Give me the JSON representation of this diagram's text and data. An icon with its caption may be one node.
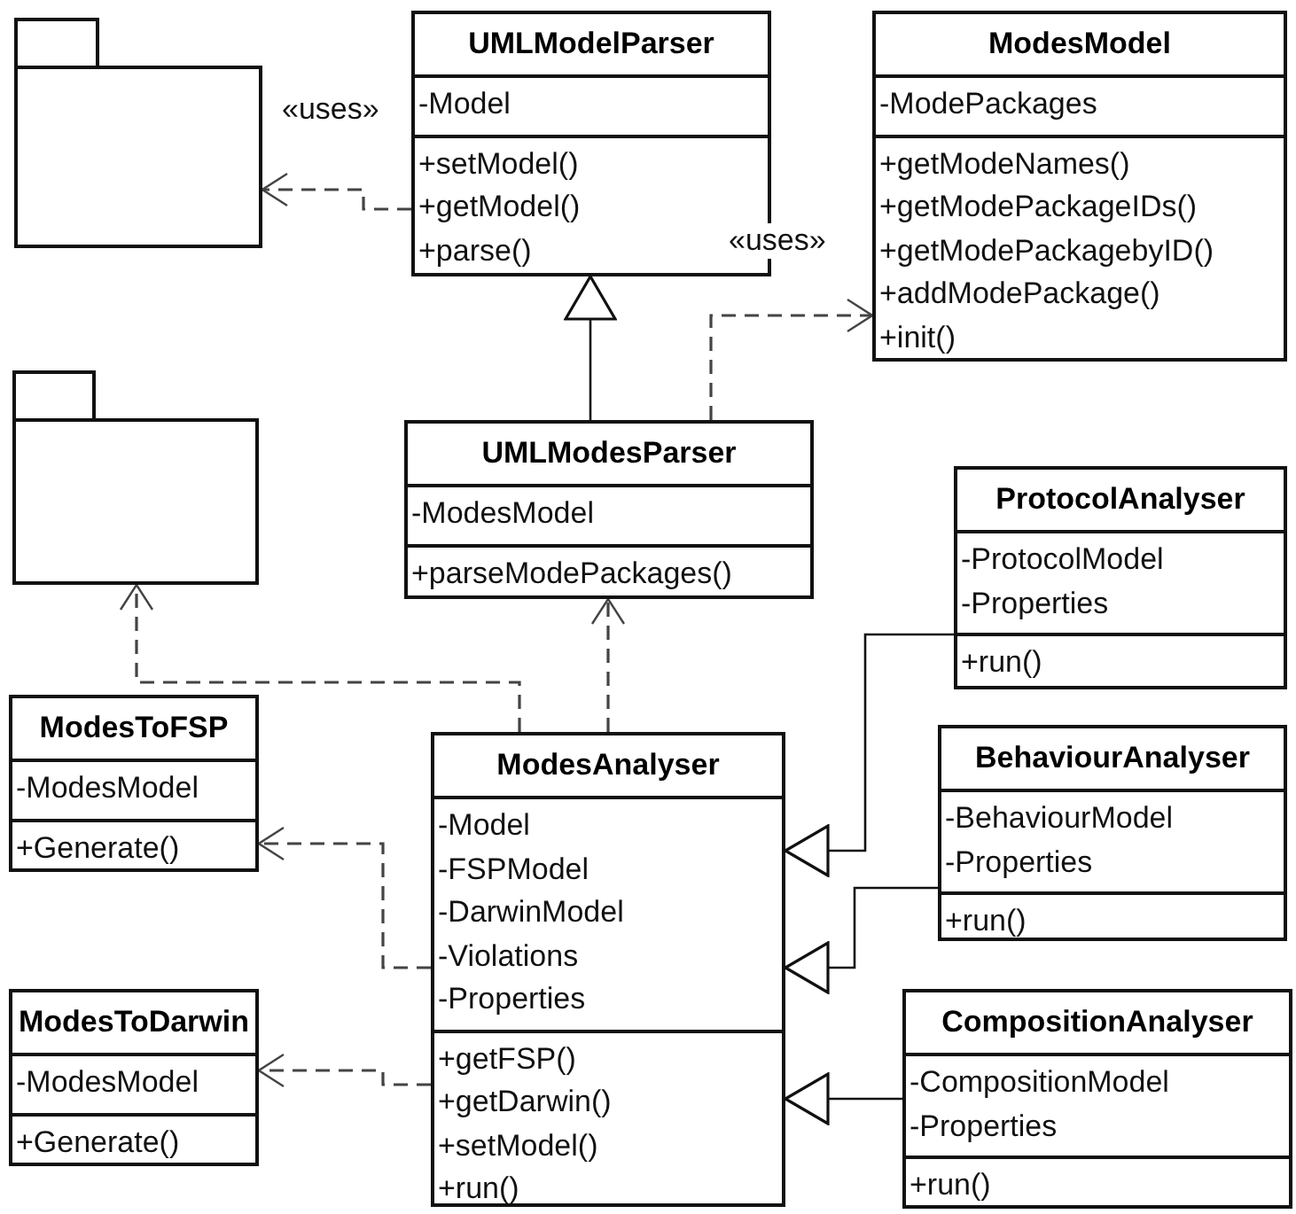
{
  "diagram": {
    "nodes": [
      {
        "text": [],
        "shape": "package"
      },
      {
        "text": [
          "UMLModelParser",
          "-Model",
          "+setModel() +getModel() +parse()"
        ]
      },
      {
        "text": [
          "ModesModel",
          "-ModePackages",
          "+getModeNames() +getModePackageIDs() +getModePackagebyID() +addModePackage() +init()"
        ]
      },
      {
        "text": [],
        "shape": "package"
      },
      {
        "text": [
          "UMLModesParser",
          "-ModesModel",
          "+parseModePackages()"
        ]
      },
      {
        "text": [
          "ProtocolAnalyser",
          "-ProtocolModel -Properties",
          "+run()"
        ]
      },
      {
        "text": [
          "ModesToFSP",
          "-ModesModel",
          "+Generate()"
        ]
      },
      {
        "text": [
          "ModesAnalyser",
          "-Model -FSPModel -DarwinModel -Violations -Properties",
          "+getFSP() +getDarwin() +setModel() +run()"
        ]
      },
      {
        "text": [
          "BehaviourAnalyser",
          "-BehaviourModel -Properties",
          "+run()"
        ]
      },
      {
        "text": [
          "ModesToDarwin",
          "-ModesModel",
          "+Generate()"
        ]
      },
      {
        "text": [
          "CompositionAnalyser",
          "-CompositionModel -Properties",
          "+run()"
        ]
      }
    ],
    "edges": [
      {
        "from": 1,
        "to": 0,
        "arrow": "to",
        "style": "dashed",
        "label": "«uses»"
      },
      {
        "from": 4,
        "to": 1,
        "arrow": "to"
      },
      {
        "from": 4,
        "to": 2,
        "arrow": "to",
        "style": "dashed",
        "label": "«uses»"
      },
      {
        "from": 7,
        "to": 3,
        "arrow": "to",
        "style": "dashed"
      },
      {
        "from": 7,
        "to": 4,
        "arrow": "to",
        "style": "dashed"
      },
      {
        "from": 7,
        "to": 6,
        "arrow": "to",
        "style": "dashed"
      },
      {
        "from": 7,
        "to": 9,
        "arrow": "to",
        "style": "dashed"
      },
      {
        "from": 5,
        "to": 7,
        "arrow": "to"
      },
      {
        "from": 8,
        "to": 7,
        "arrow": "to"
      },
      {
        "from": 10,
        "to": 7,
        "arrow": "to"
      }
    ]
  }
}
